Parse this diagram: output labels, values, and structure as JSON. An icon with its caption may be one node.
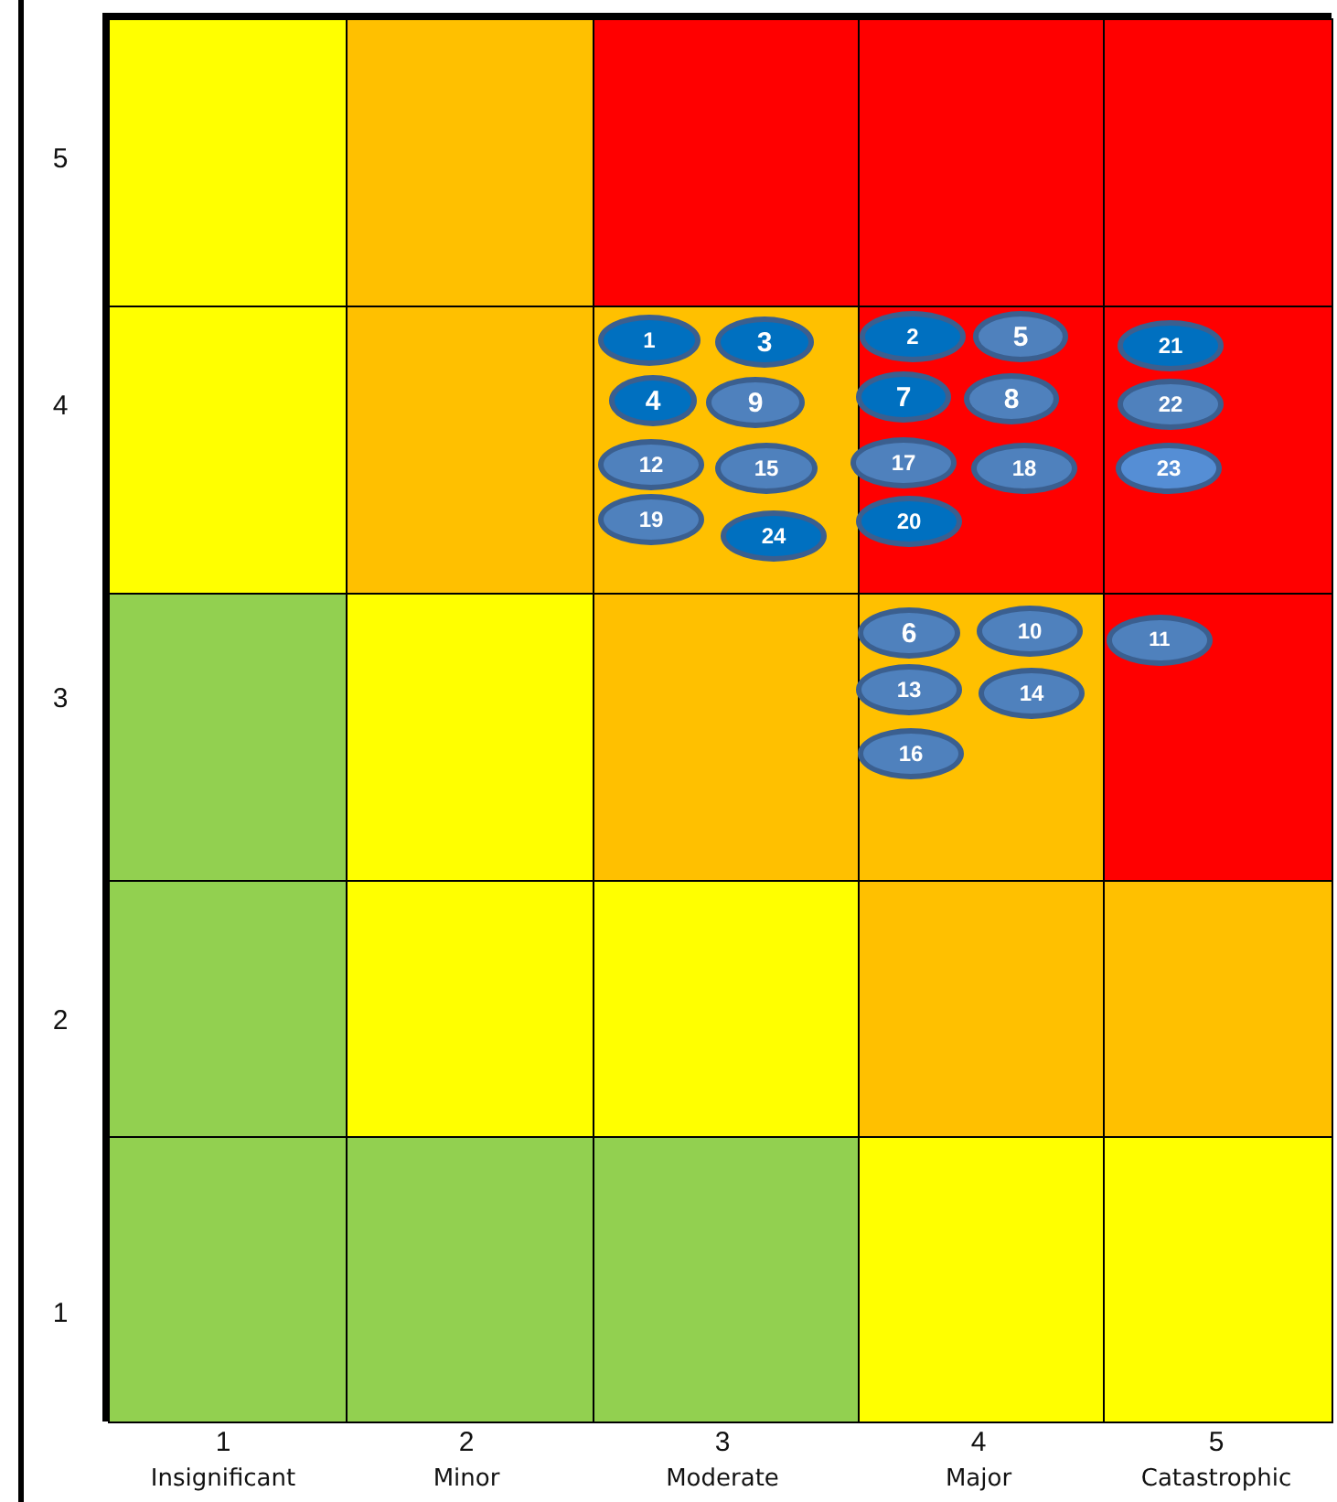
{
  "diagram": {
    "nodes": [
      {
        "text": [],
        "shape": "box"
      },
      {
        "text": [],
        "shape": "box"
      },
      {
        "text": [],
        "shape": "box"
      },
      {
        "text": [],
        "shape": "box"
      },
      {
        "text": [],
        "shape": "box"
      },
      {
        "text": [],
        "shape": "box"
      },
      {
        "text": [],
        "shape": "box"
      },
      {
        "text": [],
        "shape": "box"
      },
      {
        "text": [],
        "shape": "box"
      },
      {
        "text": [],
        "shape": "box"
      },
      {
        "text": [],
        "shape": "box"
      },
      {
        "text": [],
        "shape": "box"
      },
      {
        "text": [],
        "shape": "box"
      },
      {
        "text": [],
        "shape": "box"
      },
      {
        "text": [],
        "shape": "box"
      },
      {
        "text": [],
        "shape": "box"
      },
      {
        "text": [],
        "shape": "box"
      },
      {
        "text": [],
        "shape": "box"
      },
      {
        "text": [],
        "shape": "box"
      },
      {
        "text": [],
        "shape": "box"
      },
      {
        "text": [],
        "shape": "box"
      },
      {
        "text": [],
        "shape": "box"
      },
      {
        "text": [],
        "shape": "box"
      },
      {
        "text": [],
        "shape": "box"
      },
      {
        "text": [],
        "shape": "box"
      },
      {
        "text": [
          "1"
        ],
        "in": 7
      },
      {
        "text": [
          "3"
        ],
        "in": 7
      },
      {
        "text": [
          "4"
        ],
        "in": 7
      },
      {
        "text": [
          "9"
        ],
        "in": 7
      },
      {
        "text": [
          "12"
        ],
        "in": 7
      },
      {
        "text": [
          "15"
        ],
        "in": 7
      },
      {
        "text": [
          "19"
        ],
        "in": 7
      },
      {
        "text": [
          "24"
        ],
        "in": 7
      },
      {
        "text": [
          "2"
        ],
        "in": 8
      },
      {
        "text": [
          "5"
        ],
        "in": 8
      },
      {
        "text": [
          "7"
        ],
        "in": 8
      },
      {
        "text": [
          "8"
        ],
        "in": 8
      },
      {
        "text": [
          "17"
        ],
        "in": 8
      },
      {
        "text": [
          "18"
        ],
        "in": 8
      },
      {
        "text": [
          "20"
        ],
        "in": 8
      },
      {
        "text": [
          "21"
        ],
        "in": 9
      },
      {
        "text": [
          "22"
        ],
        "in": 9
      },
      {
        "text": [
          "23"
        ],
        "in": 9
      },
      {
        "text": [
          "6"
        ],
        "in": 13
      },
      {
        "text": [
          "10"
        ],
        "in": 13
      },
      {
        "text": [
          "13"
        ],
        "in": 13
      },
      {
        "text": [
          "14"
        ],
        "in": 13
      },
      {
        "text": [
          "16"
        ],
        "in": 13
      },
      {
        "text": [
          "11"
        ],
        "in": 14
      }
    ],
    "labels": [
      "5",
      "4",
      "3",
      "2",
      "1",
      "1",
      "Insignificant",
      "2",
      "Minor",
      "3",
      "Moderate",
      "4",
      "Major",
      "5",
      "Catastrophic"
    ]
  }
}
